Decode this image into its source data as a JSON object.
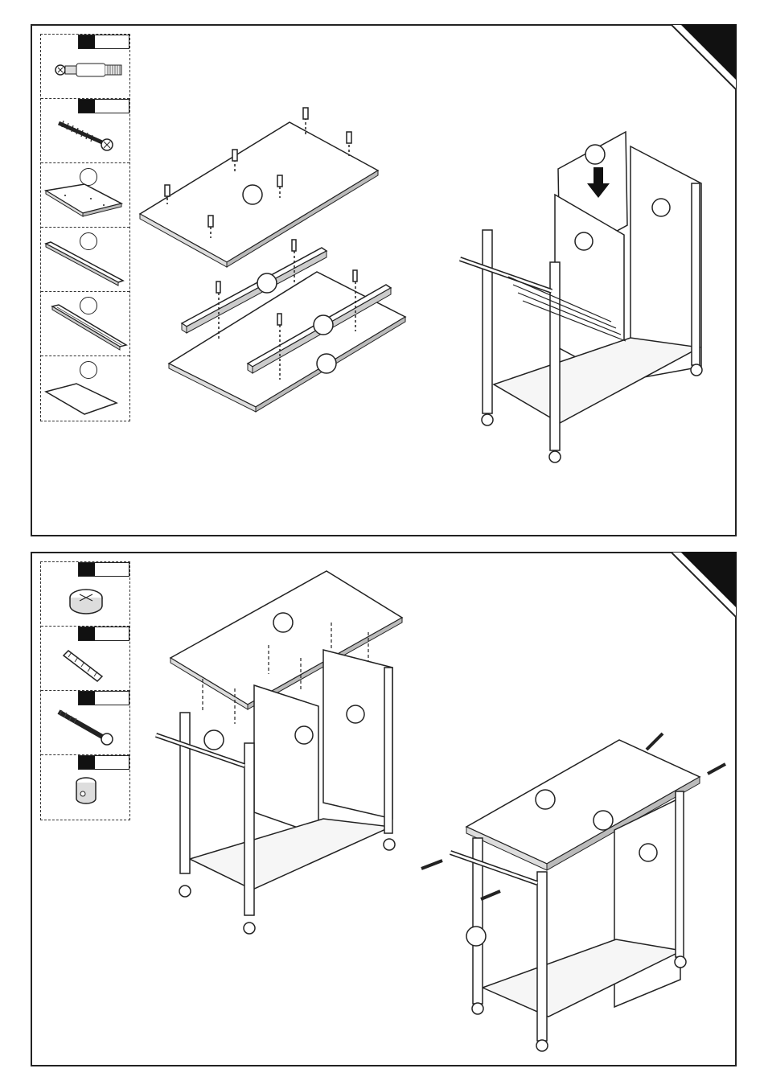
{
  "document": {
    "type": "assembly-instructions",
    "steps": [
      {
        "parts": [
          {
            "icon": "cam-bolt-icon",
            "kind": "tag"
          },
          {
            "icon": "wood-screw-icon",
            "kind": "tag"
          },
          {
            "icon": "panel-board-icon",
            "kind": "circle"
          },
          {
            "icon": "rail-bar-icon",
            "kind": "circle"
          },
          {
            "icon": "slotted-rail-icon",
            "kind": "circle"
          },
          {
            "icon": "back-sheet-icon",
            "kind": "circle"
          }
        ]
      },
      {
        "parts": [
          {
            "icon": "cam-lock-icon",
            "kind": "tag"
          },
          {
            "icon": "wooden-dowel-icon",
            "kind": "tag"
          },
          {
            "icon": "long-bolt-icon",
            "kind": "tag"
          },
          {
            "icon": "barrel-nut-icon",
            "kind": "tag"
          }
        ]
      }
    ]
  }
}
